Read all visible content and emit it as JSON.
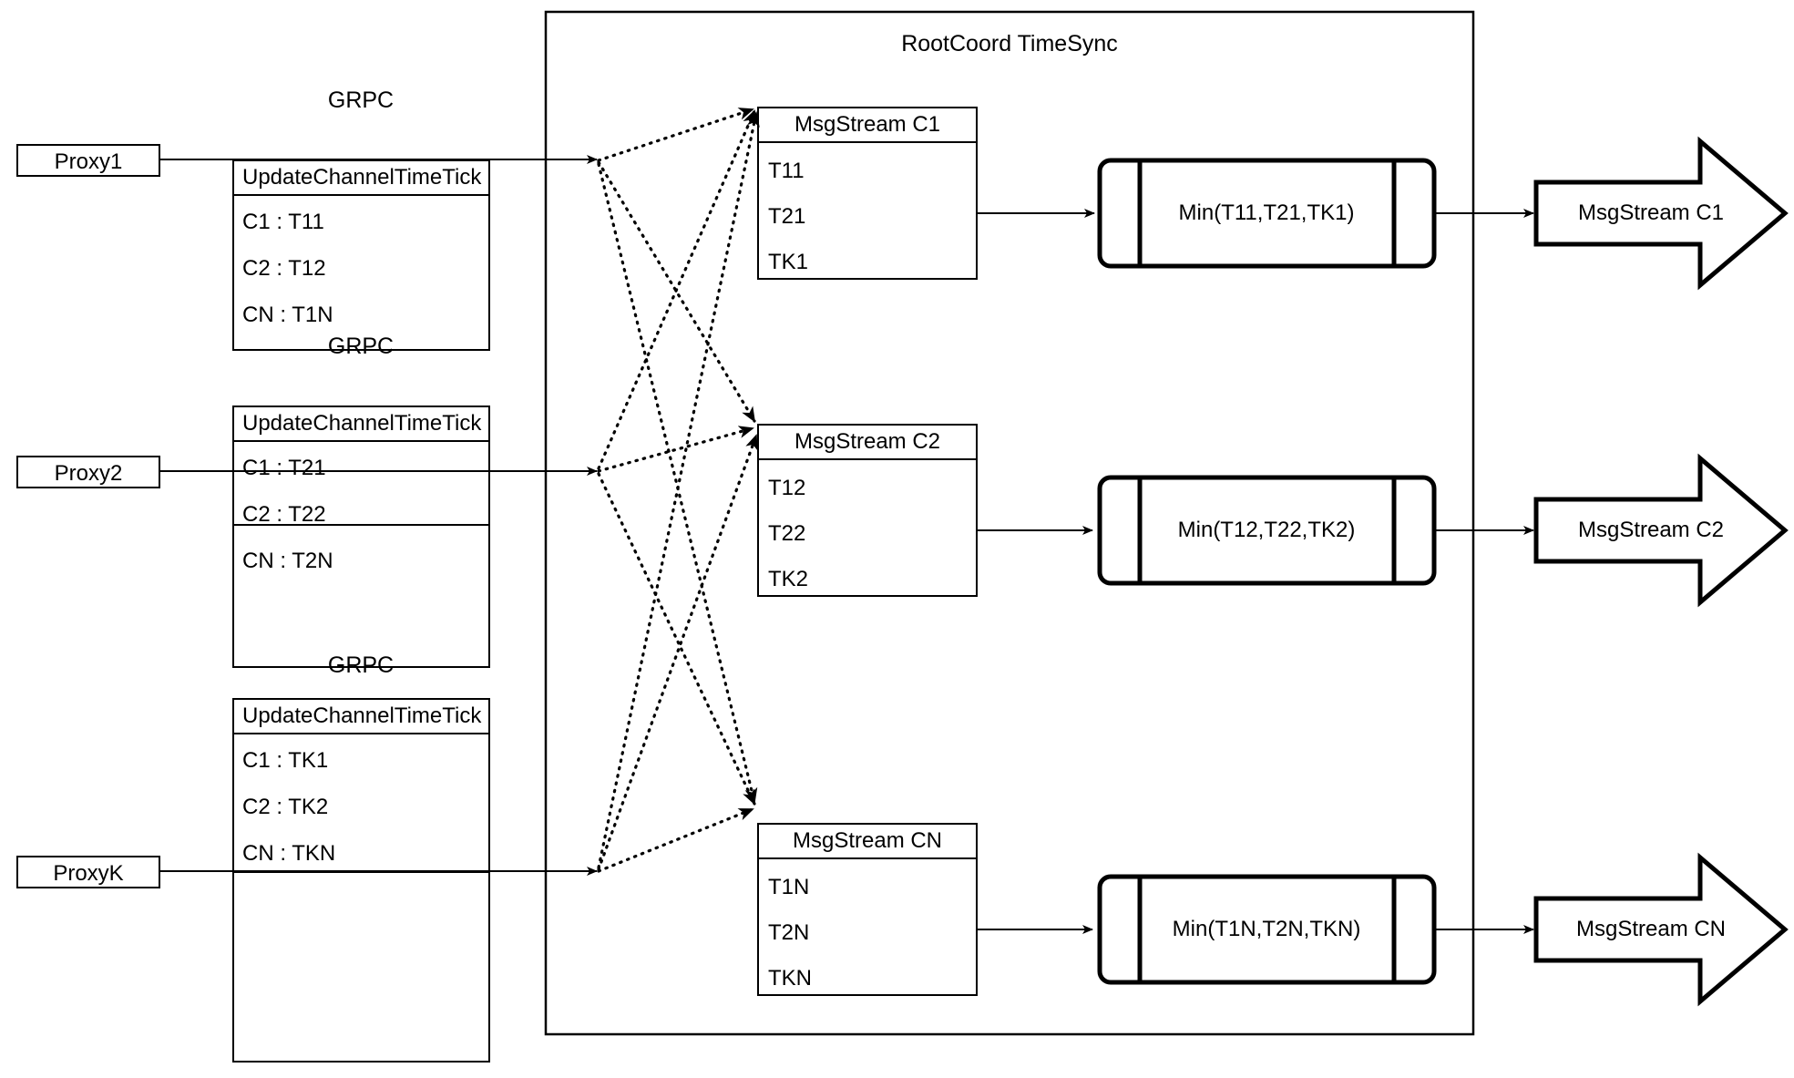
{
  "diagram": {
    "title": "RootCoord TimeSync",
    "container_label": "RootCoord TimeSync"
  },
  "rows": [
    {
      "proxy": "Proxy1",
      "protocol": "GRPC",
      "rpc_title": "UpdateChannelTimeTick",
      "rpc_entries": [
        "C1 :  T11",
        "C2 :  T12",
        "CN : T1N"
      ],
      "msgstream_title": "MsgStream C1",
      "msgstream_entries": [
        "T11",
        "T21",
        "TK1"
      ],
      "min_label": "Min(T11,T21,TK1)",
      "output_label": "MsgStream C1"
    },
    {
      "proxy": "Proxy2",
      "protocol": "GRPC",
      "rpc_title": "UpdateChannelTimeTick",
      "rpc_entries": [
        "C1 :  T21",
        "C2 :  T22",
        "CN : T2N"
      ],
      "msgstream_title": "MsgStream C2",
      "msgstream_entries": [
        "T12",
        "T22",
        "TK2"
      ],
      "min_label": "Min(T12,T22,TK2)",
      "output_label": "MsgStream C2"
    },
    {
      "proxy": "ProxyK",
      "protocol": "GRPC",
      "rpc_title": "UpdateChannelTimeTick",
      "rpc_entries": [
        "C1 :  TK1",
        "C2 :  TK2",
        "CN : TKN"
      ],
      "msgstream_title": "MsgStream CN",
      "msgstream_entries": [
        "T1N",
        "T2N",
        "TKN"
      ],
      "min_label": "Min(T1N,T2N,TKN)",
      "output_label": "MsgStream CN"
    }
  ],
  "style": {
    "stroke": "#000000",
    "background": "#ffffff"
  }
}
